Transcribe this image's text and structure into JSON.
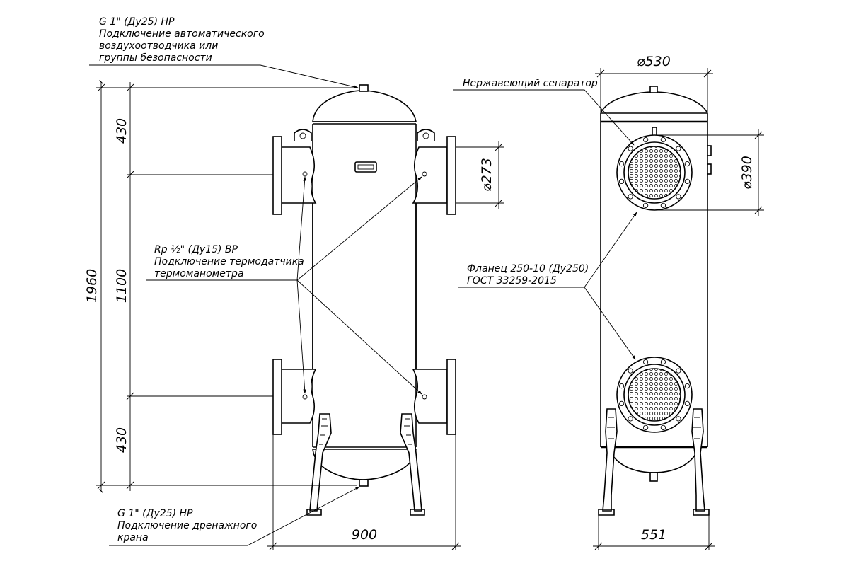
{
  "notes": {
    "top_connection": {
      "line1": "G 1\" (Ду25) НР",
      "line2": "Подключение автоматического",
      "line3": "воздухоотводчика или",
      "line4": "группы безопасности"
    },
    "thermo_connection": {
      "line1": "Rp ½\" (Ду15) ВР",
      "line2": "Подключение термодатчика",
      "line3": "термоманометра"
    },
    "drain_connection": {
      "line1": "G 1\" (Ду25) НР",
      "line2": "Подключение дренажного",
      "line3": "крана"
    },
    "separator": "Нержавеющий сепаратор",
    "flange": {
      "line1": "Фланец 250-10 (Ду250)",
      "line2": "ГОСТ 33259-2015"
    }
  },
  "dimensions": {
    "total_height": "1960",
    "top_section": "430",
    "middle_section": "1100",
    "bottom_section": "430",
    "width_front": "900",
    "nozzle_diameter": "⌀273",
    "shell_diameter": "⌀530",
    "flange_diameter": "⌀390",
    "width_side": "551"
  }
}
